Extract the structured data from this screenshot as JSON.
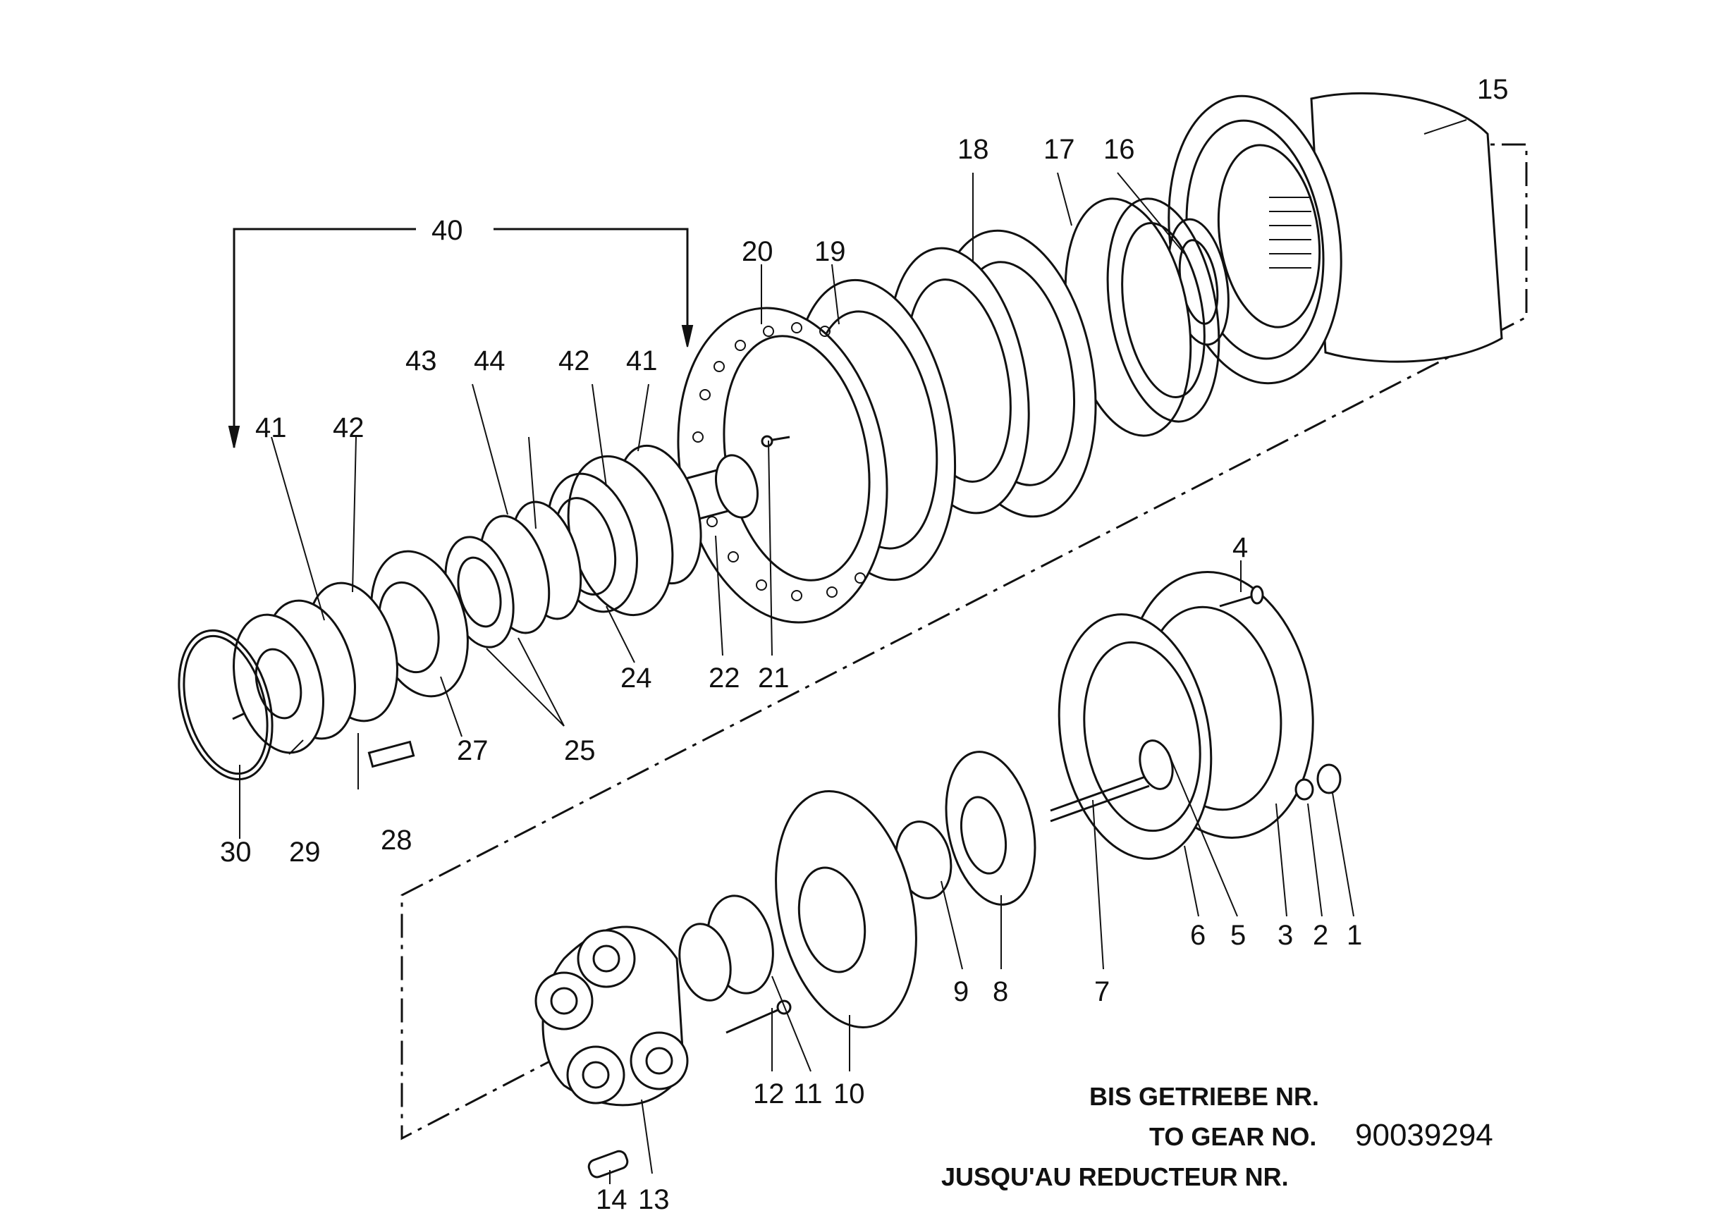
{
  "callouts": {
    "c1": "1",
    "c2": "2",
    "c3": "3",
    "c4": "4",
    "c5": "5",
    "c6": "6",
    "c7": "7",
    "c8": "8",
    "c9": "9",
    "c10": "10",
    "c11": "11",
    "c12": "12",
    "c13": "13",
    "c14": "14",
    "c15": "15",
    "c16": "16",
    "c17": "17",
    "c18": "18",
    "c19": "19",
    "c20": "20",
    "c21": "21",
    "c22": "22",
    "c24": "24",
    "c25": "25",
    "c27": "27",
    "c28": "28",
    "c29": "29",
    "c30": "30",
    "c40": "40",
    "c41a": "41",
    "c42a": "42",
    "c41b": "41",
    "c42b": "42",
    "c43": "43",
    "c44": "44"
  },
  "note": {
    "line1": "BIS GETRIEBE NR.",
    "line2": "TO GEAR NO.",
    "gear_number": "90039294",
    "line3": "JUSQU'AU REDUCTEUR NR."
  }
}
